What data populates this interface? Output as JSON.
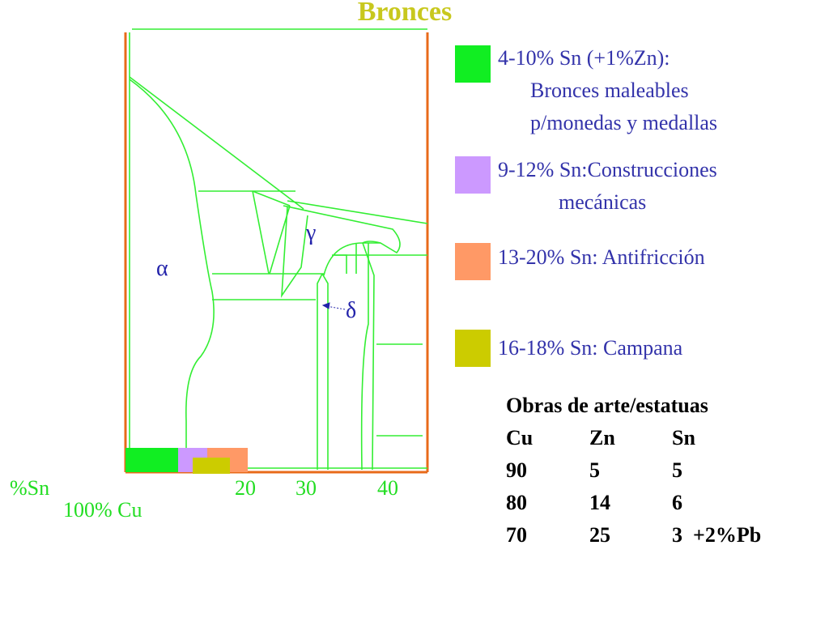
{
  "title": "Bronces",
  "phases": {
    "alpha": "α",
    "gamma": "γ",
    "delta": "δ"
  },
  "axis": {
    "var": "%Sn",
    "origin": "100% Cu",
    "ticks": [
      "20",
      "30",
      "40"
    ]
  },
  "legend": [
    {
      "color": "#11ee22",
      "lines": [
        "4-10% Sn (+1%Zn):",
        "Bronces maleables",
        "p/monedas y medallas"
      ]
    },
    {
      "color": "#cc99ff",
      "lines": [
        "9-12% Sn:Construcciones",
        "mecánicas"
      ]
    },
    {
      "color": "#ff9966",
      "lines": [
        "13-20% Sn: Antifricción"
      ]
    },
    {
      "color": "#cccc00",
      "lines": [
        "16-18% Sn: Campana"
      ]
    }
  ],
  "table": {
    "title": "Obras de arte/estatuas",
    "headers": [
      "Cu",
      "Zn",
      "Sn"
    ],
    "rows": [
      [
        "90",
        "5",
        "5"
      ],
      [
        "80",
        "14",
        "6"
      ],
      [
        "70",
        "25",
        "3  +2%Pb"
      ]
    ]
  },
  "colors": {
    "frame": "#e86a1a",
    "lines": "#33ee33",
    "title": "#c8c81e",
    "text": "#3333aa"
  }
}
